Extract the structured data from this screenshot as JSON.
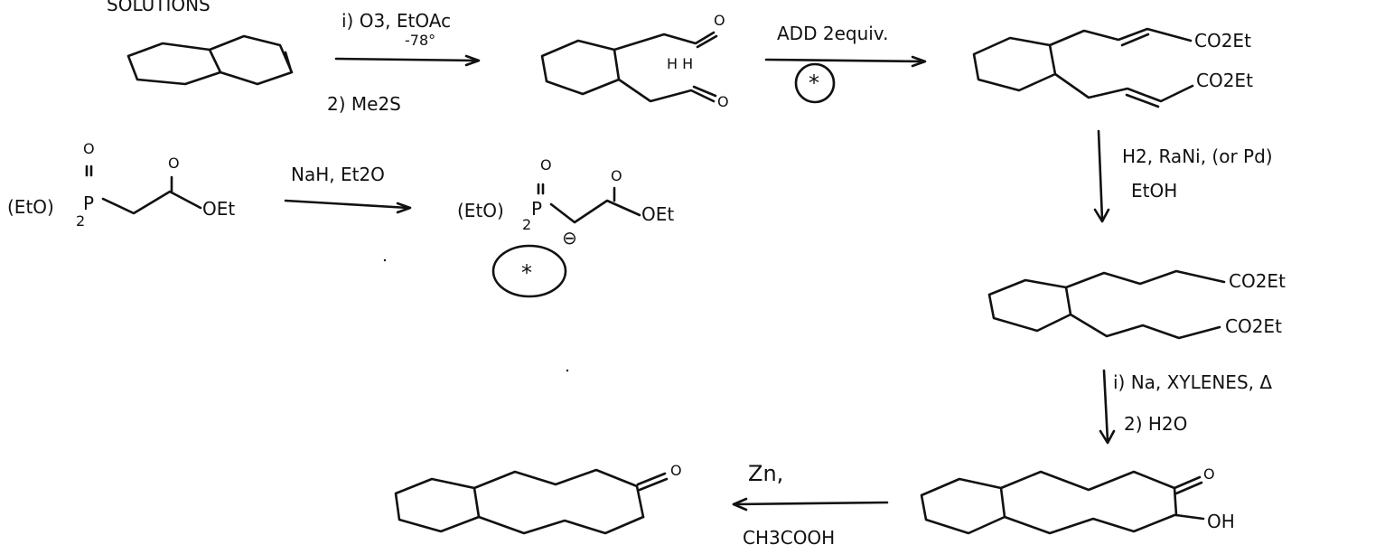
{
  "header_fragment": "SOLUTIONS",
  "step1": {
    "condition_1": "i) O3, EtOAc",
    "temperature": "-78°",
    "condition_2": "2) Me2S"
  },
  "step2": {
    "reagent": "ADD 2equiv.",
    "reagent_ref": "*"
  },
  "step3": {
    "reagent": "H2, RaNi, (or Pd)",
    "solvent": "EtOH"
  },
  "step4": {
    "condition_1": "i) Na, XYLENES, Δ",
    "condition_2": "2) H2O"
  },
  "step5": {
    "reagent_1": "Zn,",
    "reagent_2": "CH3COOH"
  },
  "phosphonate": {
    "reactant_left": "(EtO)",
    "subscript": "2",
    "phosphorus": "P",
    "p_oxygen": "O",
    "carbonyl_oxygen": "O",
    "ester": "OEt",
    "base": "NaH, Et2O",
    "anion_sign": "⊖",
    "label": "*"
  },
  "product_labels": {
    "dialdehyde_o_top": "O",
    "dialdehyde_o_bottom": "O",
    "dialdehyde_h": "H H",
    "diester_top": "CO2Et",
    "diester_bottom": "CO2Et",
    "saturated_top": "CO2Et",
    "saturated_bottom": "CO2Et",
    "acyloin_o": "O",
    "acyloin_oh": "OH",
    "ketone_o": "O"
  }
}
